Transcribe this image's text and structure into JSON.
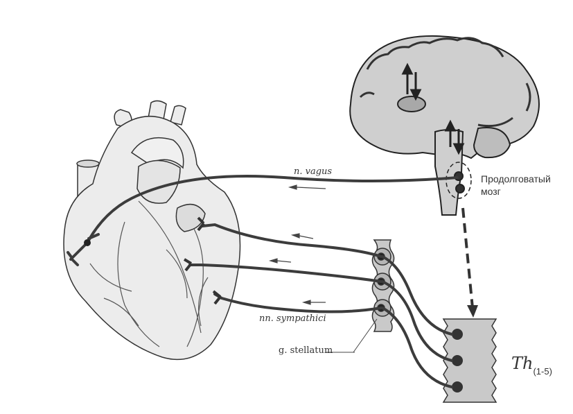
{
  "labels": {
    "vagus": "n. vagus",
    "sympathici": "nn. sympathici",
    "stellatum": "g. stellatum",
    "medulla_line1": "Продолговатый",
    "medulla_line2": "мозг",
    "th_main": "Th",
    "th_sub": "(1-5)"
  },
  "colors": {
    "nerve": "#3c3c3c",
    "tissue": "#c9c9c9",
    "outline": "#333333",
    "heart_shading": "#e6e6e6"
  }
}
